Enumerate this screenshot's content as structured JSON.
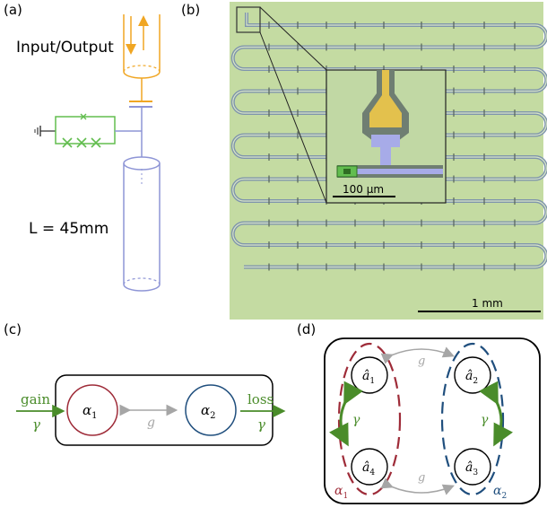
{
  "panels": {
    "a": {
      "label": "(a)",
      "io_label": "Input/Output",
      "length_label": "L = 45mm",
      "colors": {
        "io_line": "#f0a623",
        "squid": "#62bd4f",
        "resonator": "#8e95d6",
        "ground": "#333333"
      }
    },
    "b": {
      "label": "(b)",
      "inset_scale": "100 µm",
      "main_scale": "1 mm",
      "colors": {
        "substrate": "#c4dba2",
        "meander": "#7f95ac",
        "inset_bg": "#c1d8a4",
        "inset_gold": "#e3c14d",
        "inset_blue": "#a7abe8",
        "inset_gray": "#6f7e72"
      }
    },
    "c": {
      "label": "(c)",
      "gain_label": "gain",
      "gamma_left": "γ",
      "loss_label": "loss",
      "gamma_right": "γ",
      "mode1": "α",
      "mode1_sub": "1",
      "mode2": "α",
      "mode2_sub": "2",
      "coupling": "g",
      "colors": {
        "mode1": "#9e2b38",
        "mode2": "#1f4e7d",
        "arrow": "#4a8c2a",
        "coupling": "#a6a6a6"
      }
    },
    "d": {
      "label": "(d)",
      "modes": [
        {
          "symbol": "â",
          "sub": "1"
        },
        {
          "symbol": "â",
          "sub": "2"
        },
        {
          "symbol": "â",
          "sub": "4"
        },
        {
          "symbol": "â",
          "sub": "3"
        }
      ],
      "g_top": "g",
      "g_bottom": "g",
      "gamma_left": "γ",
      "gamma_right": "γ",
      "group1": "α",
      "group1_sub": "1",
      "group2": "α",
      "group2_sub": "2",
      "colors": {
        "group1": "#9e2b38",
        "group2": "#1f4e7d",
        "gamma_arrow": "#4a8c2a",
        "coupling": "#a6a6a6"
      }
    }
  }
}
